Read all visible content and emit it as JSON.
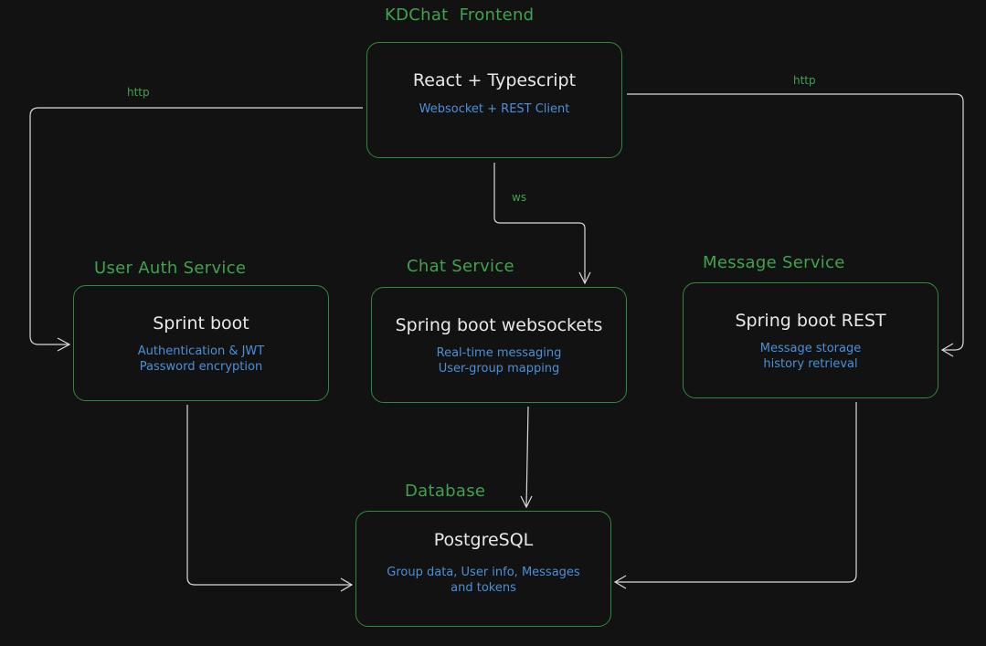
{
  "colors": {
    "background": "#121212",
    "group_title": "#3fa34d",
    "node_border": "#2f8a3a",
    "node_title": "#e8e8e8",
    "node_subtitle": "#4a90d9",
    "connector": "#d9d9d9"
  },
  "groups": {
    "frontend": "KDChat  Frontend",
    "auth": "User Auth Service",
    "chat": "Chat Service",
    "message": "Message Service",
    "database": "Database"
  },
  "nodes": {
    "frontend": {
      "title": "React + Typescript",
      "subtitle": "Websocket + REST Client"
    },
    "auth": {
      "title": "Sprint boot",
      "line1": "Authentication & JWT",
      "line2": "Password encryption"
    },
    "chat": {
      "title": "Spring boot websockets",
      "line1": "Real-time messaging",
      "line2": "User-group mapping"
    },
    "message": {
      "title": "Spring boot REST",
      "line1": "Message storage",
      "line2": "history retrieval"
    },
    "database": {
      "title": "PostgreSQL",
      "line1": "Group data, User info, Messages",
      "line2": "and tokens"
    }
  },
  "edges": {
    "frontend_to_auth": "http",
    "frontend_to_message": "http",
    "frontend_to_chat": "ws"
  }
}
